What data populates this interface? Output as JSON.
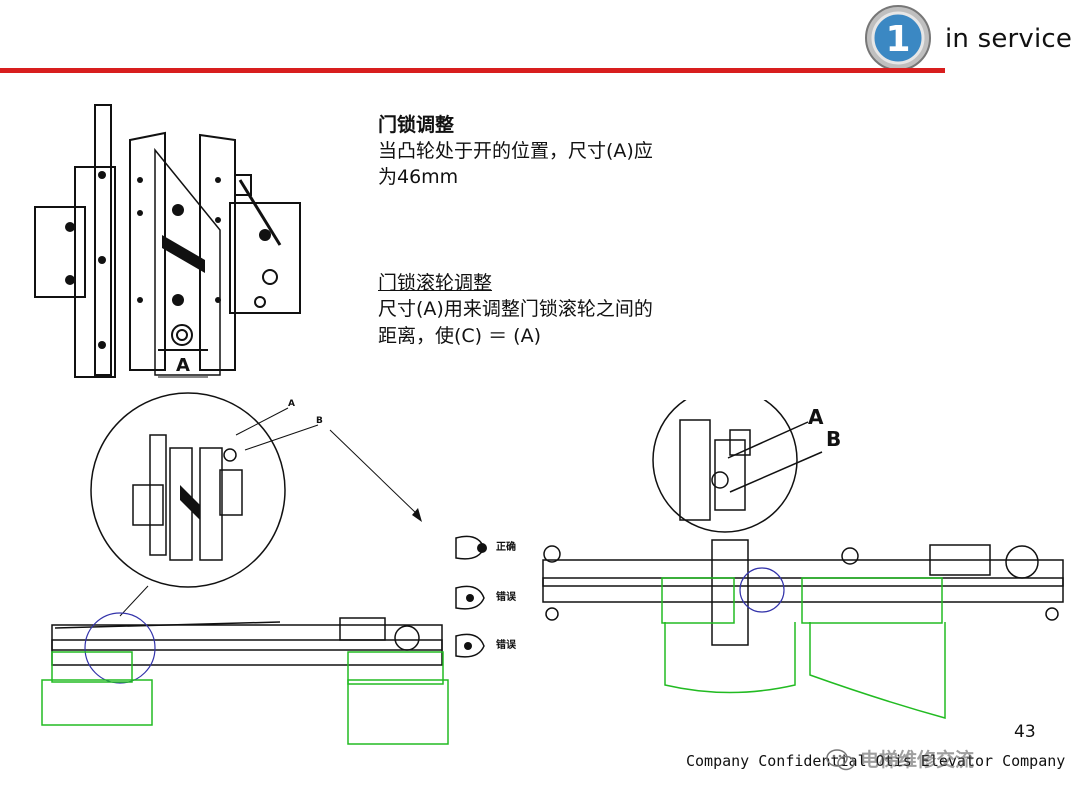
{
  "header": {
    "title": "in service",
    "badge_number": "1",
    "accent_color": "#d81e1e",
    "badge_color": "#3b88c3"
  },
  "section_lock_adjust": {
    "title": "门锁调整",
    "line1": "当凸轮处于开的位置，尺寸(A)应",
    "line2": "为46mm"
  },
  "section_roller_adjust": {
    "title": "门锁滚轮调整",
    "line1": "尺寸(A)用来调整门锁滚轮之间的",
    "line2": "距离，使(C) ＝ (A)"
  },
  "diagram_labels": {
    "dimension_a": "A",
    "callout_a": "A",
    "callout_b": "B",
    "big_a": "A",
    "big_b": "B",
    "correct": "正确",
    "wrong1": "错误",
    "wrong2": "错误"
  },
  "footer": {
    "page_number": "43",
    "text": "Company Confidential Otis Elevator Company",
    "watermark": "电梯维修交流"
  }
}
